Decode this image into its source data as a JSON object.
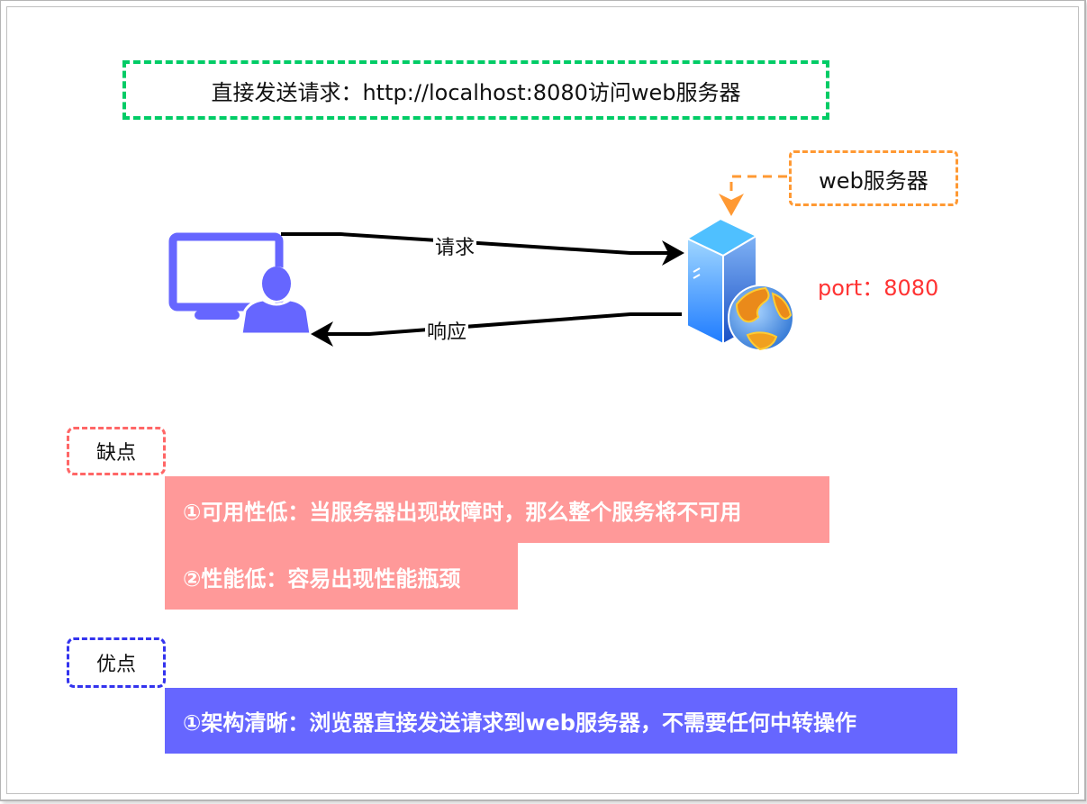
{
  "title_box": {
    "text": "直接发送请求：http://localhost:8080访问web服务器"
  },
  "server": {
    "label": "web服务器",
    "port_text": "port：8080",
    "icon": "server-globe-icon"
  },
  "client": {
    "icon": "user-computer-icon"
  },
  "edges": {
    "request_label": "请求",
    "response_label": "响应"
  },
  "cons": {
    "tag": "缺点",
    "items": [
      "①可用性低：当服务器出现故障时，那么整个服务将不可用",
      "②性能低：容易出现性能瓶颈"
    ]
  },
  "pros": {
    "tag": "优点",
    "items": [
      "①架构清晰：浏览器直接发送请求到web服务器，不需要任何中转操作"
    ]
  },
  "colors": {
    "title_border": "#00cc66",
    "server_label_border": "#ff9933",
    "port_text": "#ff3333",
    "cons_border": "#ff6666",
    "cons_fill": "#ff9999",
    "pros_border": "#3333ee",
    "pros_fill": "#6666ff",
    "client_icon": "#6666ff"
  }
}
